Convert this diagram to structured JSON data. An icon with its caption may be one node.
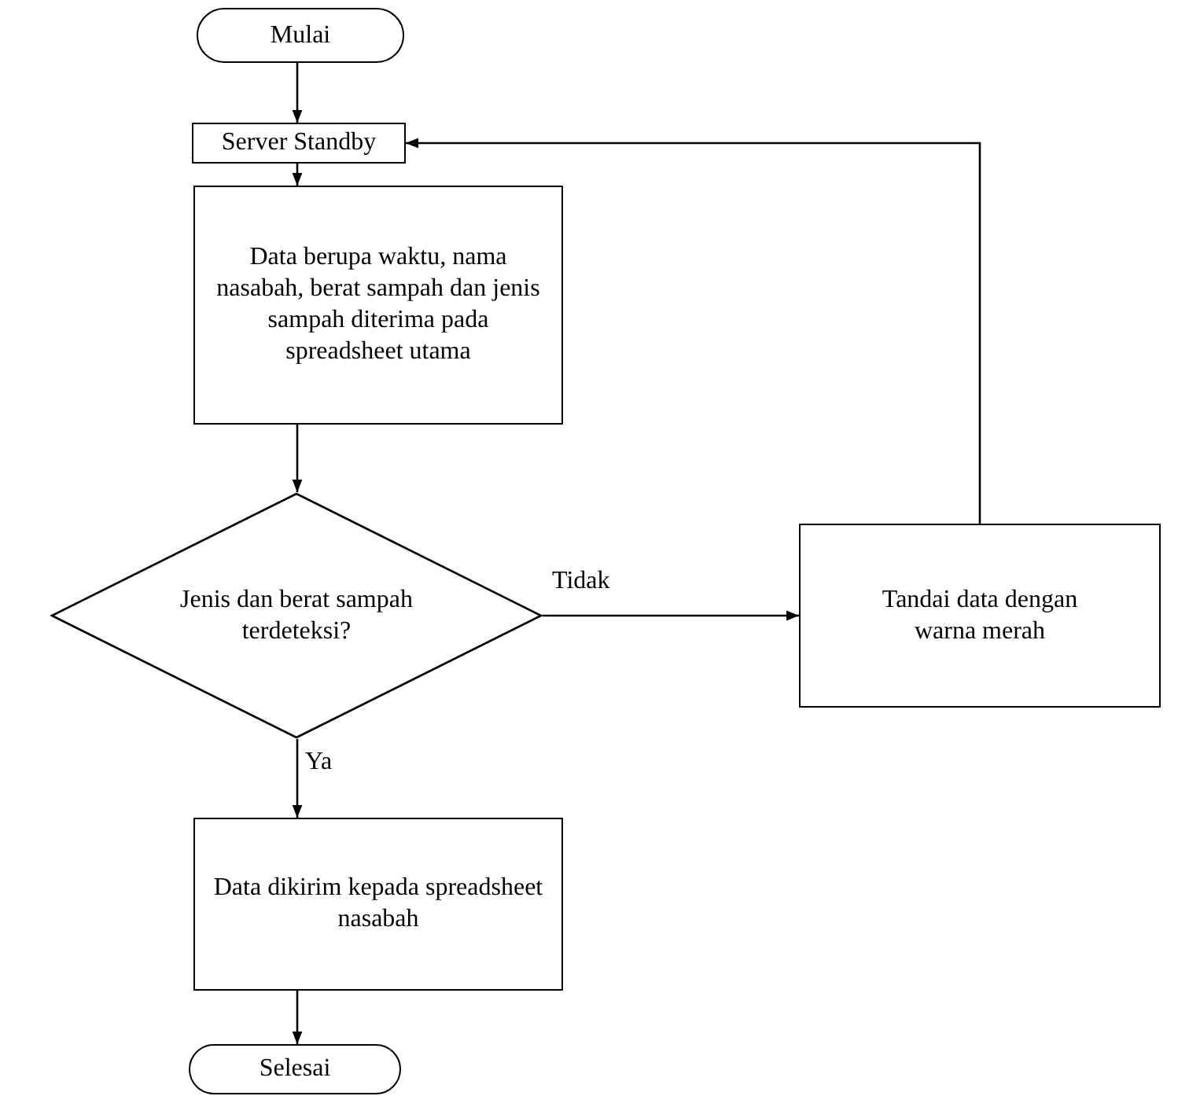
{
  "diagram": {
    "nodes": [
      {
        "text": [
          "Mulai"
        ]
      },
      {
        "text": [
          "Server Standby"
        ]
      },
      {
        "text": [
          "Data berupa waktu, nama nasabah, berat sampah dan jenis sampah diterima pada spreadsheet utama"
        ]
      },
      {
        "text": [
          "Jenis dan berat sampah terdeteksi?"
        ]
      },
      {
        "text": [
          "Tandai data dengan warna merah"
        ]
      },
      {
        "text": [
          "Data dikirim kepada spreadsheet nasabah"
        ]
      },
      {
        "text": [
          "Selesai"
        ]
      }
    ],
    "edges": [
      {
        "from": 0,
        "to": 1,
        "arrow": "to"
      },
      {
        "from": 1,
        "to": 2,
        "arrow": "to"
      },
      {
        "from": 2,
        "to": 3,
        "arrow": "to"
      },
      {
        "from": 3,
        "to": 4,
        "arrow": "to",
        "label": "Tidak"
      },
      {
        "from": 4,
        "to": 1,
        "arrow": "to"
      },
      {
        "from": 3,
        "to": 5,
        "arrow": "to",
        "label": "Ya"
      },
      {
        "from": 5,
        "to": 6,
        "arrow": "to"
      }
    ]
  }
}
